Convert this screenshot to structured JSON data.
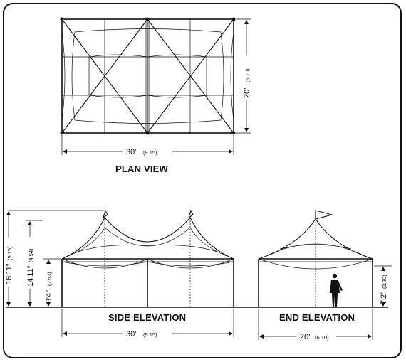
{
  "views": {
    "plan": "PLAN VIEW",
    "side": "SIDE ELEVATION",
    "end": "END ELEVATION"
  },
  "dimensions": {
    "plan_width": {
      "main": "30′",
      "metric": "(9.15)"
    },
    "plan_depth": {
      "main": "20′",
      "metric": "(6.10)"
    },
    "side_width": {
      "main": "30′",
      "metric": "(9.15)"
    },
    "end_width": {
      "main": "20′",
      "metric": "(6.10)"
    },
    "height_total": {
      "main": "16′11″",
      "metric": "(5.15)"
    },
    "height_peak": {
      "main": "14′11″",
      "metric": "(4.54)"
    },
    "height_eave": {
      "main": "8′4″",
      "metric": "(2.53)"
    },
    "height_leg": {
      "main": "7′2″",
      "metric": "(2.20)"
    }
  }
}
